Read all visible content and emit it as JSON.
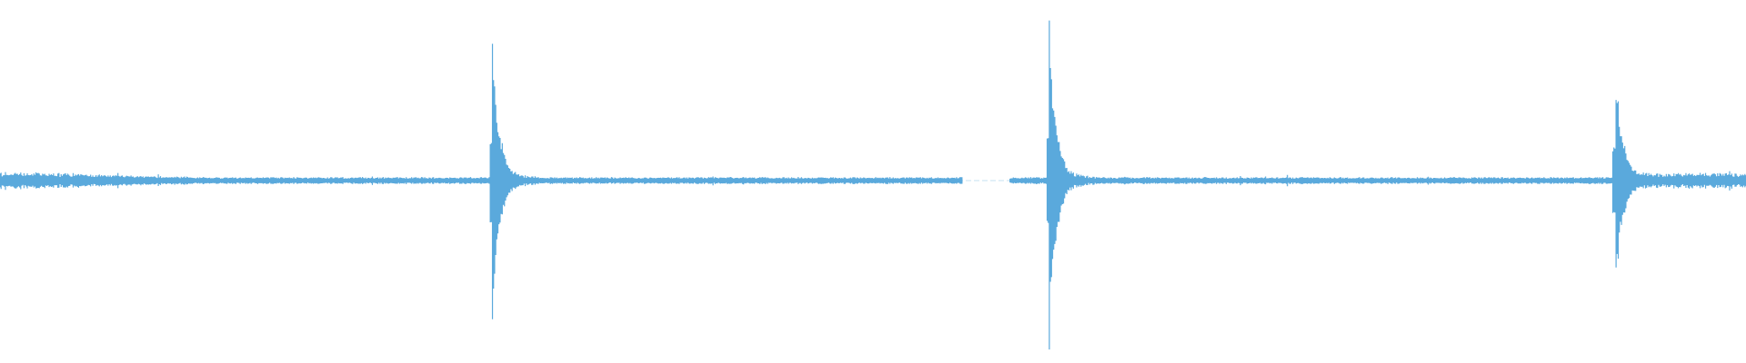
{
  "waveform": {
    "color": "#5aa9dc",
    "background": "#ffffff",
    "sample_count": 1600,
    "transients": [
      {
        "position": 0.282,
        "peak": 0.47
      },
      {
        "position": 0.601,
        "peak": 0.49
      },
      {
        "position": 0.925,
        "peak": 0.37
      }
    ],
    "silent_gap": {
      "start": 0.551,
      "end": 0.578
    }
  }
}
